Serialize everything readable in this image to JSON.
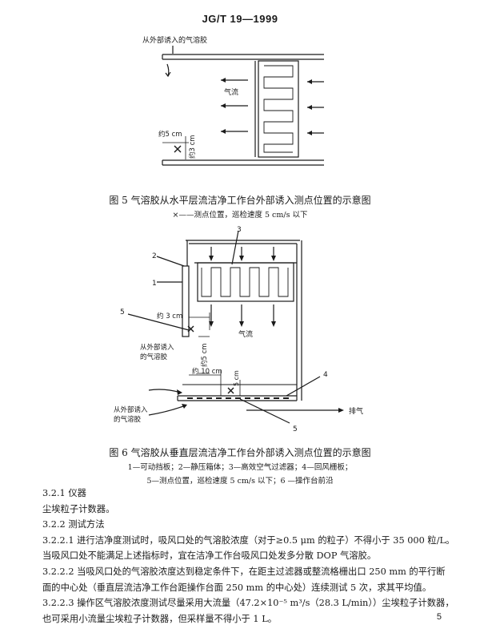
{
  "header": {
    "title": "JG/T 19—1999"
  },
  "figure5": {
    "top_label": "从外部诱入的气溶胶",
    "airflow_label": "气流",
    "dim_5cm": "约5 cm",
    "dim_3cm": "约3 cm",
    "caption": "图 5   气溶胶从水平层流洁净工作台外部诱入测点位置的示意图",
    "legend": "×——测点位置，巡检速度 5 cm/s 以下"
  },
  "figure6": {
    "num_1": "1",
    "num_2": "2",
    "num_3": "3",
    "num_4": "4",
    "num_5a": "5",
    "num_5b": "5",
    "dim_3cm": "约 3 cm",
    "airflow_label": "气流",
    "dim_5cm_vert": "约5 cm",
    "outside_label_1a": "从外部诱入",
    "outside_label_1b": "的气溶胶",
    "dim_10cm": "约 10 cm",
    "dim_5cm_small": "5 cm",
    "outside_label_2a": "从外部诱入",
    "outside_label_2b": "的气溶胶",
    "exhaust_label": "排气",
    "caption": "图 6   气溶胶从垂直层流洁净工作台外部诱入测点位置的示意图",
    "legend_line1": "1—可动挡板；2—静压箱体；3—高效空气过滤器；4—回风栅板；",
    "legend_line2": "5—测点位置，巡检速度 5 cm/s 以下；6 —操作台前沿"
  },
  "body": [
    "3.2.1   仪器",
    "        尘埃粒子计数器。",
    "3.2.2   测试方法",
    "3.2.2.1   进行洁净度测试时，吸风口处的气溶胶浓度（对于≥0.5 μm 的粒子）不得小于 35 000 粒/L。",
    "当吸风口处不能满足上述指标时，宜在洁净工作台吸风口处发多分散 DOP 气溶胶。",
    "3.2.2.2   当吸风口处的气溶胶浓度达到稳定条件下，在距主过滤器或整流格栅出口 250 mm 的平行断",
    "面的中心处（垂直层流洁净工作台距操作台面 250 mm 的中心处）连续测试 5 次，求其平均值。",
    "3.2.2.3   操作区气溶胶浓度测试尽量采用大流量（47.2×10⁻⁵ m³/s（28.3 L/min））尘埃粒子计数器，",
    "也可采用小流量尘埃粒子计数器，但采样量不得小于 1 L。"
  ],
  "page_number": "5"
}
